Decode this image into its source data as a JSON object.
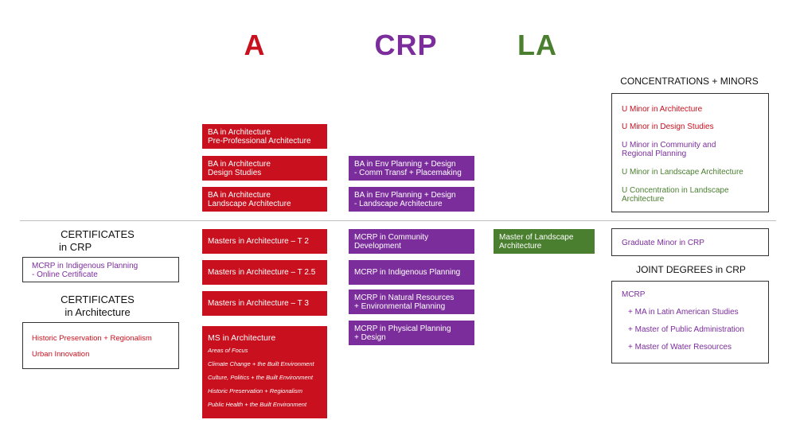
{
  "columns": {
    "a": {
      "label": "A",
      "color": "#c8101e"
    },
    "crp": {
      "label": "CRP",
      "color": "#7b2d9c"
    },
    "la": {
      "label": "LA",
      "color": "#4a7f2f"
    }
  },
  "left": {
    "cert_crp_heading": [
      "CERTIFICATES",
      "in CRP"
    ],
    "cert_crp_item": [
      "MCRP in Indigenous Planning",
      "- Online Certificate"
    ],
    "cert_arch_heading": [
      "CERTIFICATES",
      "in Architecture"
    ],
    "cert_arch_items": [
      "Historic Preservation + Regionalism",
      "Urban Innovation"
    ]
  },
  "architecture": {
    "undergrad": [
      [
        "BA in Architecture",
        "Pre-Professional Architecture"
      ],
      [
        "BA in Architecture",
        "Design Studies"
      ],
      [
        "BA in Architecture",
        "Landscape Architecture"
      ]
    ],
    "grad": [
      "Masters in Architecture – T 2",
      "Masters in Architecture – T 2.5",
      "Masters in Architecture – T 3"
    ],
    "ms": {
      "title": "MS in Architecture",
      "focus_label": "Areas of Focus",
      "areas": [
        "Climate Change + the Built Environment",
        "Culture, Politics + the Built Environment",
        "Historic Preservation + Regionalism",
        "Public Health + the Built Environment"
      ]
    }
  },
  "crp": {
    "undergrad": [
      [
        "BA in Env Planning + Design",
        "- Comm Transf + Placemaking"
      ],
      [
        "BA in Env Planning + Design",
        "- Landscape Architecture"
      ]
    ],
    "grad": [
      [
        "MCRP in Community",
        "Development"
      ],
      [
        "MCRP in Indigenous Planning"
      ],
      [
        "MCRP in Natural Resources",
        "+ Environmental Planning"
      ],
      [
        "MCRP in Physical Planning",
        "+ Design"
      ]
    ]
  },
  "la": {
    "grad": [
      "Master of Landscape",
      "Architecture"
    ]
  },
  "right": {
    "conc_heading": "CONCENTRATIONS + MINORS",
    "conc_items": [
      {
        "text": [
          "U Minor in Architecture"
        ],
        "color": "red"
      },
      {
        "text": [
          "U Minor in Design Studies"
        ],
        "color": "red"
      },
      {
        "text": [
          "U Minor in Community and",
          "Regional Planning"
        ],
        "color": "purple"
      },
      {
        "text": [
          "U Minor in Landscape Architecture"
        ],
        "color": "green"
      },
      {
        "text": [
          "U Concentration in Landscape",
          "Architecture"
        ],
        "color": "green"
      }
    ],
    "grad_minor": "Graduate Minor in CRP",
    "joint_heading": "JOINT DEGREES in CRP",
    "joint_title": "MCRP",
    "joint_items": [
      "+ MA in Latin American Studies",
      "+ Master of Public Administration",
      "+ Master of Water Resources"
    ]
  }
}
